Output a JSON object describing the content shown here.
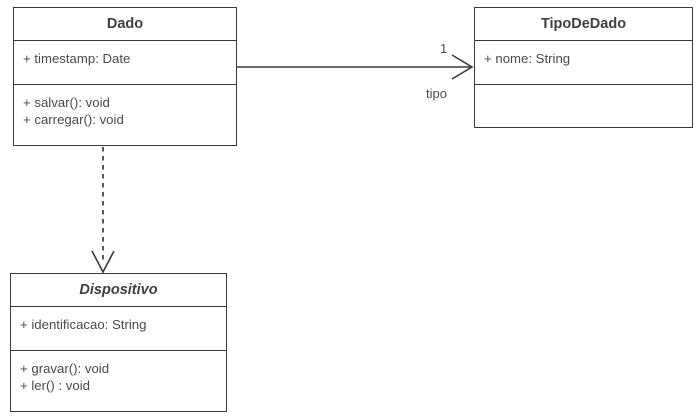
{
  "diagram": {
    "type": "uml-class-diagram",
    "title": "",
    "background_color": "#ffffff",
    "line_color": "#3a3a3a",
    "text_color": "#4a4a4a"
  },
  "classes": [
    {
      "id": "dado",
      "name": "Dado",
      "abstract": false,
      "attributes": [
        "+ timestamp: Date"
      ],
      "methods": [
        "+ salvar(): void",
        "+ carregar(): void"
      ]
    },
    {
      "id": "tipodedado",
      "name": "TipoDeDado",
      "abstract": false,
      "attributes": [
        "+ nome: String"
      ],
      "methods": []
    },
    {
      "id": "dispositivo",
      "name": "Dispositivo",
      "abstract": true,
      "attributes": [
        "+ identificacao: String"
      ],
      "methods": [
        "+ gravar(): void",
        "+ ler() : void"
      ]
    }
  ],
  "relationships": [
    {
      "id": "dado-tipo",
      "kind": "association",
      "style": "solid",
      "arrowhead": "open",
      "from": "dado",
      "to": "tipodedado",
      "target_multiplicity": "1",
      "role_label": "tipo"
    },
    {
      "id": "dado-dispositivo",
      "kind": "dependency",
      "style": "dashed",
      "arrowhead": "open",
      "from": "dado",
      "to": "dispositivo",
      "target_multiplicity": "",
      "role_label": ""
    }
  ]
}
